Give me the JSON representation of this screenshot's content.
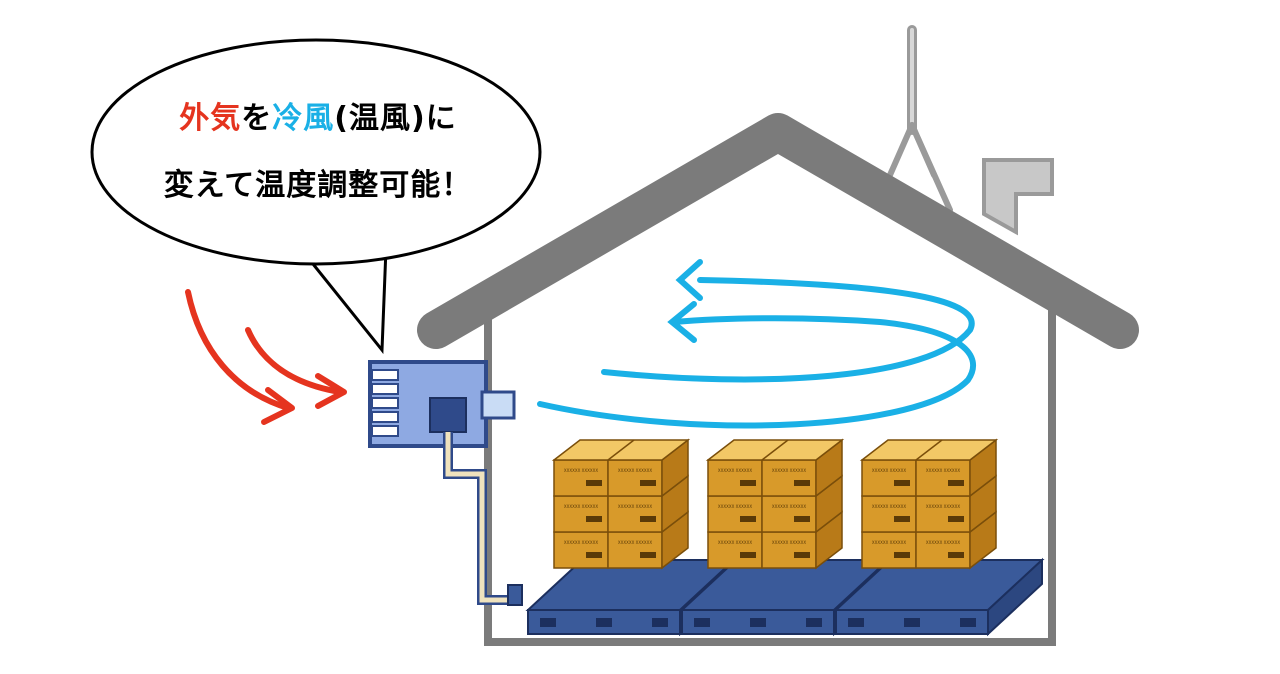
{
  "bubble": {
    "line1": [
      {
        "text": "外気",
        "color": "#e5341f"
      },
      {
        "text": "を",
        "color": "#000000"
      },
      {
        "text": "冷風",
        "color": "#1ab0e6"
      },
      {
        "text": "(温風)に",
        "color": "#000000"
      }
    ],
    "line2": "変えて温度調整可能！"
  },
  "box_label_small": "XXXXXX XXXXXX",
  "colors": {
    "roof": "#7b7b7b",
    "wall": "#7b7b7b",
    "chimney": "#c8c8c8",
    "antenna": "#a9a9a9",
    "airflow": "#1ab0e6",
    "outside_air_arrow": "#e5341f",
    "unit_body": "#8ea9e2",
    "unit_border": "#2f4a8a",
    "box_front": "#d89a2a",
    "box_top": "#f2c866",
    "box_side": "#b87a18",
    "pallet": "#3a5a9a",
    "pipe": "#efe2bd"
  },
  "icons": {
    "cooling_unit": "air-conditioner-icon",
    "airflow": "airflow-swirl-arrows-icon",
    "outside_air": "outside-air-arrows-icon"
  }
}
